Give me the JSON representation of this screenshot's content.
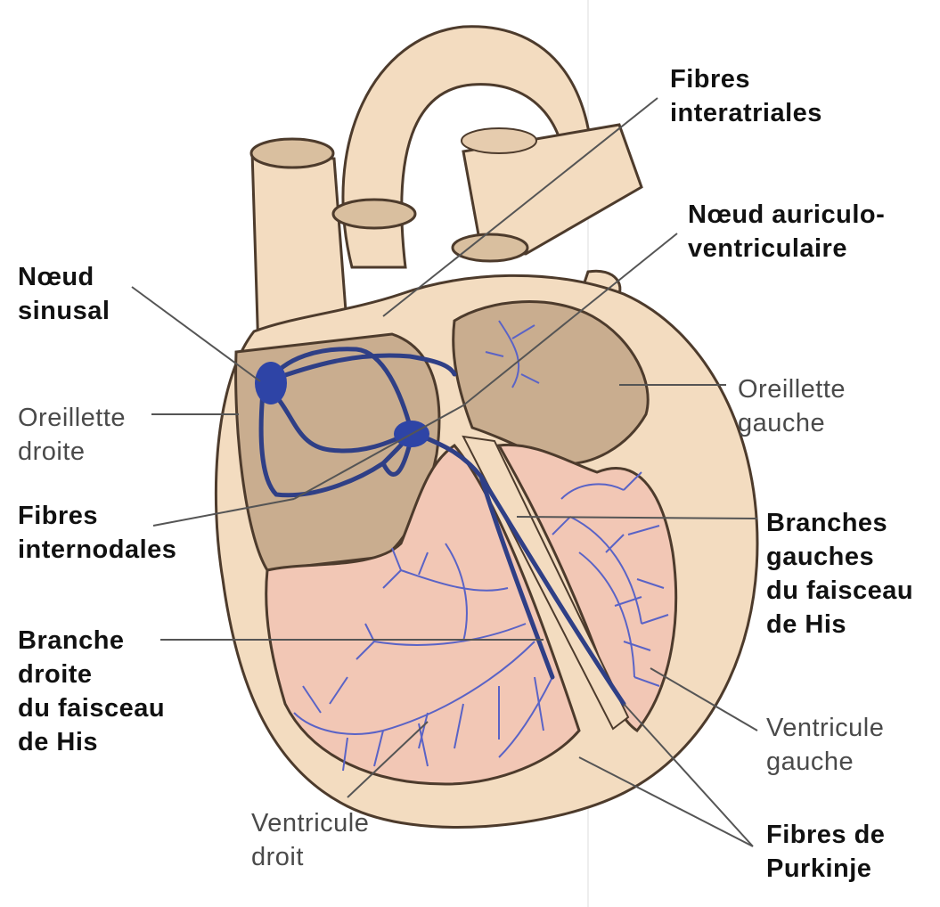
{
  "colors": {
    "tissue": "#f3dcc0",
    "outline": "#4d3b2c",
    "atrium_inner": "#c9ad8f",
    "ventricle_inner": "#f2c7b5",
    "conduction": "#2f3f86",
    "node": "#2e44a6",
    "purkinje": "#5a63c6",
    "leader_line": "#555555"
  },
  "labels": {
    "fibres_interatriales": [
      "Fibres",
      "interatriales"
    ],
    "noeud_av": [
      "Nœud auriculo-",
      "ventriculaire"
    ],
    "noeud_sinusal": [
      "Nœud",
      "sinusal"
    ],
    "oreillette_droite": [
      "Oreillette",
      "droite"
    ],
    "oreillette_gauche": [
      "Oreillette",
      "gauche"
    ],
    "fibres_internodales": [
      "Fibres",
      "internodales"
    ],
    "branches_gauches": [
      "Branches",
      "gauches",
      "du faisceau",
      "de His"
    ],
    "branche_droite": [
      "Branche",
      "droite",
      "du faisceau",
      "de His"
    ],
    "ventricule_gauche": [
      "Ventricule",
      "gauche"
    ],
    "ventricule_droit": [
      "Ventricule",
      "droit"
    ],
    "fibres_purkinje": [
      "Fibres de",
      "Purkinje"
    ]
  }
}
